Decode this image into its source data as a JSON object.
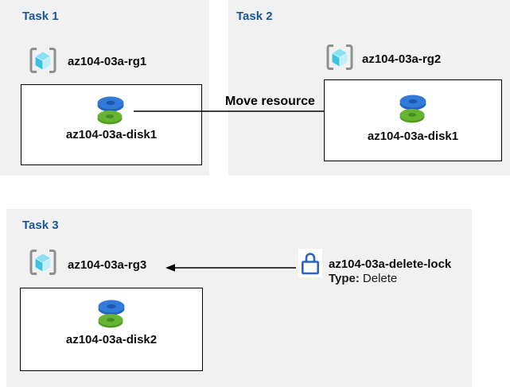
{
  "panels": {
    "task1": {
      "title": "Task 1",
      "resource_group": "az104-03a-rg1",
      "resource": "az104-03a-disk1"
    },
    "task2": {
      "title": "Task 2",
      "resource_group": "az104-03a-rg2",
      "resource": "az104-03a-disk1"
    },
    "task3": {
      "title": "Task 3",
      "resource_group": "az104-03a-rg3",
      "resource": "az104-03a-disk2"
    }
  },
  "move_arrow": {
    "label": "Move resource",
    "from": "az104-03a-rg1",
    "to": "az104-03a-rg2"
  },
  "lock": {
    "name": "az104-03a-delete-lock",
    "type_label": "Type:",
    "type_value": "Delete",
    "applies_to": "az104-03a-rg3"
  },
  "icons": {
    "resource_group": "resource-group-icon",
    "disk": "disk-icon",
    "lock": "lock-icon",
    "arrow_right": "arrow-right",
    "arrow_left": "arrow-left"
  },
  "colors": {
    "panel_bg": "#f1f1f1",
    "title_blue": "#1b5796",
    "box_border": "#000000",
    "label_text": "#0d0d0d",
    "lock_blue": "#2a64c6",
    "disk_blue": "#3279d8",
    "disk_blue_dark": "#1f62c0",
    "disk_green": "#66b431",
    "disk_green_dark": "#4e9a25",
    "cube_left": "#3cc3e3",
    "cube_top": "#8ddff5",
    "cube_right": "#c0effa",
    "bracket_gray": "#8f8f8f"
  }
}
